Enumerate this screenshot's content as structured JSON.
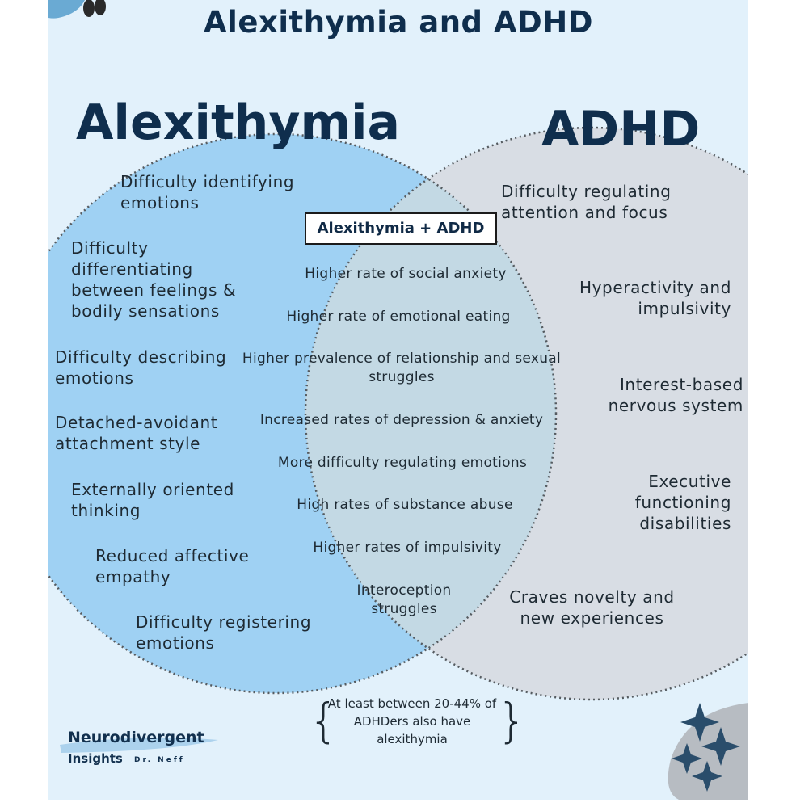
{
  "title": "Alexithymia and ADHD",
  "left_label": "Alexithymia",
  "right_label": "ADHD",
  "left_items": [
    "Difficulty identifying emotions",
    "Difficulty differentiating between feelings & bodily sensations",
    "Difficulty describing emotions",
    "Detached-avoidant attachment style",
    "Externally oriented thinking",
    "Reduced affective empathy",
    "Difficulty registering emotions"
  ],
  "overlap_title": "Alexithymia + ADHD",
  "overlap_items": [
    "Higher rate of social anxiety",
    "Higher rate of emotional eating",
    "Higher prevalence of relationship and sexual struggles",
    "Increased rates of depression & anxiety",
    "More difficulty regulating emotions",
    "High rates of substance abuse",
    "Higher rates of impulsivity",
    "Interoception struggles"
  ],
  "right_items": [
    "Difficulty regulating attention and focus",
    "Hyperactivity and impulsivity",
    "Interest-based nervous system",
    "Executive functioning disabilities",
    "Craves novelty and new experiences"
  ],
  "note": "At least between 20-44% of ADHDers also have alexithymia",
  "logo": {
    "name": "Neurodivergent",
    "sub": "Insights",
    "author": "Dr. Neff"
  },
  "colors": {
    "background": "#e2f1fb",
    "left_circle": "#9fd1f3",
    "right_circle": "#d8dde4",
    "overlap": "#c3d9e4",
    "heading": "#0f2e4d",
    "sparkle": "#2a4d6b"
  }
}
